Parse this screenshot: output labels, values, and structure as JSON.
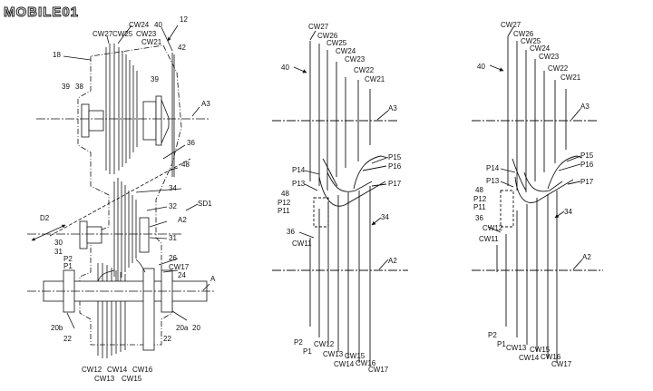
{
  "logo": {
    "text": "MOBILE01"
  },
  "fig1": {
    "labels": {
      "CW27": "CW27",
      "CW24": "CW24",
      "CW25": "CW25",
      "CW23": "CW23",
      "CW21": "CW21",
      "n40": "40",
      "n12": "12",
      "n42": "42",
      "n18": "18",
      "n39a": "39",
      "n38": "38",
      "n39b": "39",
      "A3": "A3",
      "n36": "36",
      "n48": "48",
      "n34": "34",
      "SD1": "SD1",
      "n32": "32",
      "D2": "D2",
      "A2": "A2",
      "n30": "30",
      "n31a": "31",
      "n31b": "31",
      "P2": "P2",
      "P1": "P1",
      "n26": "26",
      "CW17": "CW17",
      "n24": "24",
      "A": "A",
      "n20b": "20b",
      "n22a": "22",
      "n22b": "22",
      "n20a": "20a",
      "n20": "20",
      "CW12": "CW12",
      "CW14": "CW14",
      "CW16": "CW16",
      "CW13": "CW13",
      "CW15": "CW15"
    }
  },
  "fig2": {
    "labels": {
      "CW27": "CW27",
      "CW26": "CW26",
      "CW25": "CW25",
      "CW24": "CW24",
      "CW23": "CW23",
      "CW22": "CW22",
      "CW21": "CW21",
      "n40": "40",
      "A3": "A3",
      "P15": "P15",
      "P16": "P16",
      "P14": "P14",
      "P13": "P13",
      "P17": "P17",
      "n48": "48",
      "P12": "P12",
      "P11": "P11",
      "n34": "34",
      "n36": "36",
      "CW11": "CW11",
      "A2": "A2",
      "P2": "P2",
      "P1": "P1",
      "CW12": "CW12",
      "CW13": "CW13",
      "CW14": "CW14",
      "CW15": "CW15",
      "CW16": "CW16",
      "CW17": "CW17"
    }
  },
  "fig3": {
    "labels": {
      "CW27": "CW27",
      "CW26": "CW26",
      "CW25": "CW25",
      "CW24": "CW24",
      "CW23": "CW23",
      "CW22": "CW22",
      "CW21": "CW21",
      "n40": "40",
      "A3": "A3",
      "P15": "P15",
      "P16": "P16",
      "P14": "P14",
      "P13": "P13",
      "P17": "P17",
      "n48": "48",
      "P12": "P12",
      "P11": "P11",
      "n34": "34",
      "n36": "36",
      "CW12": "CW12",
      "CW11": "CW11",
      "A2": "A2",
      "P2": "P2",
      "P1": "P1",
      "CW13": "CW13",
      "CW14": "CW14",
      "CW15": "CW15",
      "CW16": "CW16",
      "CW17": "CW17"
    }
  }
}
